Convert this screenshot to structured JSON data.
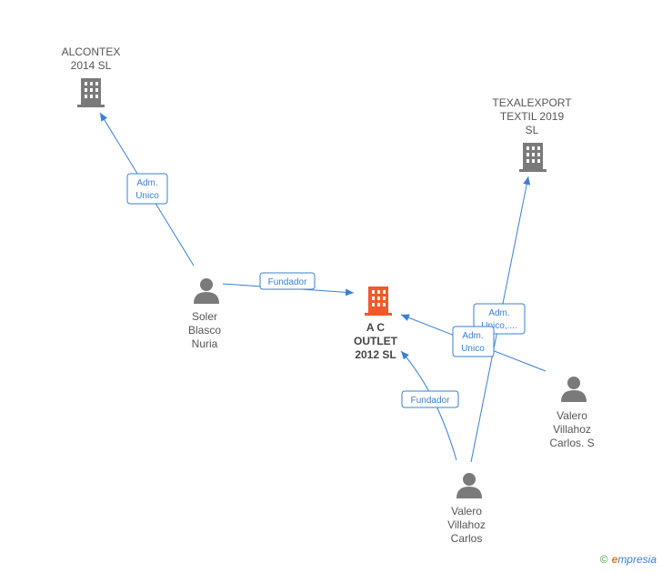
{
  "nodes": {
    "alcontex": {
      "lines": [
        "ALCONTEX",
        "2014  SL"
      ]
    },
    "texalexport": {
      "lines": [
        "TEXALEXPORT",
        "TEXTIL 2019",
        "SL"
      ]
    },
    "acoutlet": {
      "lines": [
        "A C",
        "OUTLET",
        "2012  SL"
      ]
    },
    "soler": {
      "lines": [
        "Soler",
        "Blasco",
        "Nuria"
      ]
    },
    "valero_carlos": {
      "lines": [
        "Valero",
        "Villahoz",
        "Carlos"
      ]
    },
    "valero_carlos_s": {
      "lines": [
        "Valero",
        "Villahoz",
        "Carlos.  S"
      ]
    }
  },
  "edges": {
    "soler_alcontex": {
      "lines": [
        "Adm.",
        "Unico"
      ]
    },
    "soler_acoutlet": {
      "lines": [
        "Fundador"
      ]
    },
    "valero_texalexport": {
      "lines": [
        "Adm.",
        "Unico,...."
      ]
    },
    "valeros_acoutlet": {
      "lines": [
        "Adm.",
        "Unico"
      ]
    },
    "valero_acoutlet": {
      "lines": [
        "Fundador"
      ]
    }
  },
  "brand": {
    "copyright": "©",
    "name_first": "e",
    "name_rest": "mpresia"
  },
  "colors": {
    "edge": "#3a7fd5",
    "company": "#7a7a7a",
    "company_main": "#f05a28",
    "person": "#7a7a7a"
  }
}
